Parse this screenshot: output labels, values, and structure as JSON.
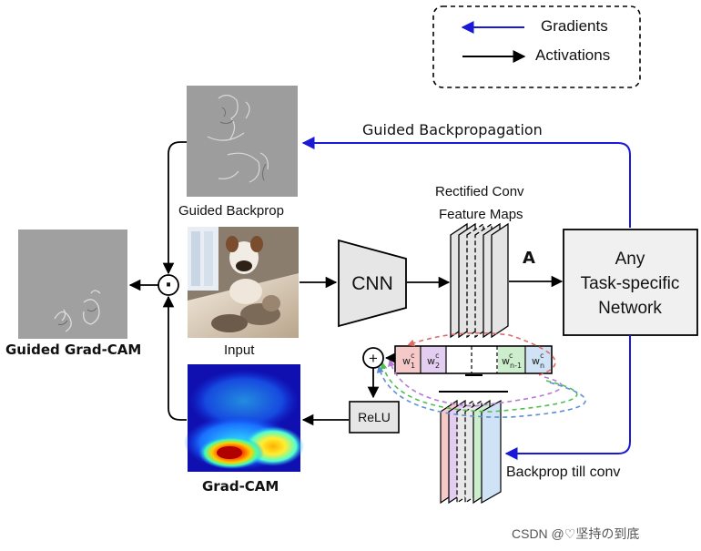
{
  "legend": {
    "gradients_label": "Gradients",
    "activations_label": "Activations",
    "gradient_color": "#1a1ad6",
    "activation_color": "#000000"
  },
  "labels": {
    "guided_backprop_flow": "Guided Backpropagation",
    "guided_backprop_image": "Guided Backprop",
    "rectified_line1": "Rectified Conv",
    "rectified_line2": "Feature Maps",
    "activation_symbol": "A",
    "cnn": "CNN",
    "network_line1": "Any",
    "network_line2": "Task-specific",
    "network_line3": "Network",
    "guided_gradcam": "Guided Grad-CAM",
    "input": "Input",
    "relu": "ReLU",
    "gradcam": "Grad-CAM",
    "backprop_till_conv": "Backprop till conv",
    "multiply_symbol": "·",
    "sum_symbol": "+",
    "watermark": "CSDN @♡坚持の到底"
  },
  "weights": [
    {
      "base": "w",
      "sup": "c",
      "sub": "1",
      "color": "#f6c9c9"
    },
    {
      "base": "w",
      "sup": "c",
      "sub": "2",
      "color": "#e3cdf0"
    },
    {
      "base": "",
      "sup": "",
      "sub": "",
      "color": "#ffffff"
    },
    {
      "base": "",
      "sup": "",
      "sub": "",
      "color": "#ffffff"
    },
    {
      "base": "w",
      "sup": "c",
      "sub": "n-1",
      "color": "#cdeecd"
    },
    {
      "base": "w",
      "sup": "c",
      "sub": "n",
      "color": "#cfe2f6"
    }
  ]
}
